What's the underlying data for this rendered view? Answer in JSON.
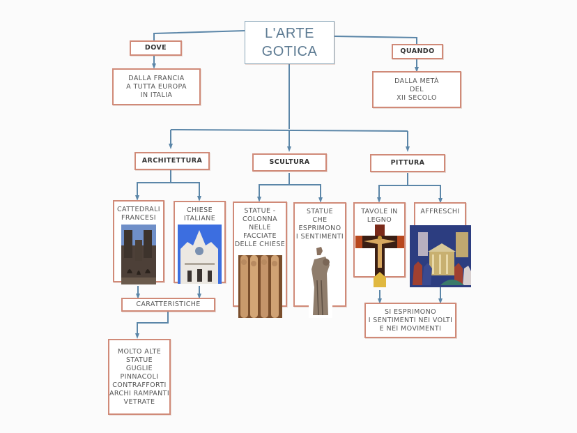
{
  "title": {
    "lines": [
      "L'ARTE",
      "GOTICA"
    ]
  },
  "dove": {
    "label": "DOVE",
    "detail": [
      "DALLA FRANCIA",
      "A TUTTA EUROPA",
      "IN ITALIA"
    ]
  },
  "quando": {
    "label": "QUANDO",
    "detail": [
      "DALLA METÀ",
      "DEL",
      "XII SECOLO"
    ]
  },
  "branches": {
    "architettura": {
      "label": "ARCHITETTURA",
      "children": [
        {
          "lines": [
            "CATTEDRALI",
            "FRANCESI"
          ],
          "image": "gothic-cathedral-reims"
        },
        {
          "lines": [
            "CHIESE",
            "ITALIANE"
          ],
          "image": "siena-cathedral"
        }
      ],
      "characteristics_label": "CARATTERISTICHE",
      "characteristics": [
        "MOLTO ALTE",
        "STATUE",
        "GUGLIE",
        "PINNACOLI",
        "CONTRAFFORTI",
        "ARCHI RAMPANTI",
        "VETRATE"
      ]
    },
    "scultura": {
      "label": "SCULTURA",
      "children": [
        {
          "lines": [
            "STATUE -",
            "COLONNA",
            "NELLE",
            "FACCIATE",
            "DELLE CHIESE"
          ],
          "image": "column-statues"
        },
        {
          "lines": [
            "STATUE",
            "CHE",
            "ESPRIMONO",
            "I SENTIMENTI"
          ],
          "image": "madonna-statue"
        }
      ]
    },
    "pittura": {
      "label": "PITTURA",
      "children": [
        {
          "lines": [
            "TAVOLE IN",
            "LEGNO"
          ],
          "image": "painted-crucifix"
        },
        {
          "lines": [
            "AFFRESCHI"
          ],
          "image": "giotto-fresco"
        }
      ],
      "result": [
        "SI ESPRIMONO",
        "I SENTIMENTI NEI VOLTI",
        "E NEI MOVIMENTI"
      ]
    }
  },
  "colors": {
    "box_border": "#d08a78",
    "connector": "#5b86a8",
    "title_text": "#5c7a92",
    "title_border": "#8aa6b8"
  }
}
